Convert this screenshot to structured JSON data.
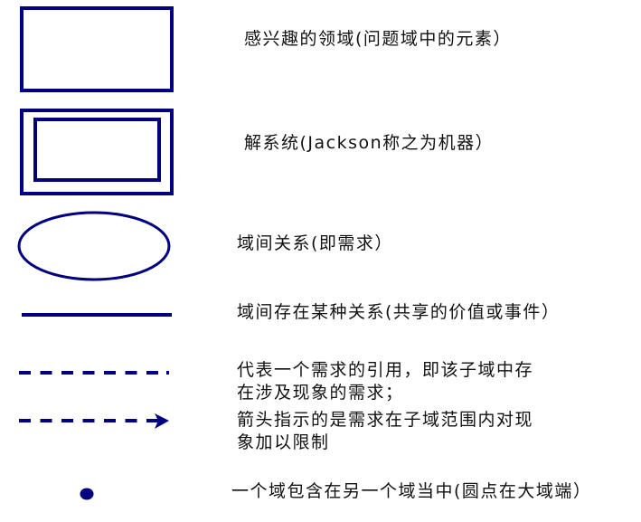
{
  "diagram": {
    "type": "legend",
    "stroke_color": "#000080",
    "text_color": "#111111",
    "background": "#ffffff",
    "items": [
      {
        "symbol": "rectangle",
        "label": "感兴趣的领域(问题域中的元素）"
      },
      {
        "symbol": "double-rectangle",
        "label": "解系统(Jackson称之为机器）"
      },
      {
        "symbol": "ellipse",
        "label": "域间关系(即需求）"
      },
      {
        "symbol": "solid-line",
        "label": "域间存在某种关系(共享的价值或事件）"
      },
      {
        "symbol": "dashed-line",
        "label_lines": [
          "代表一个需求的引用，即该子域中存",
          "在涉及现象的需求；"
        ]
      },
      {
        "symbol": "dashed-arrow",
        "label_lines": [
          "箭头指示的是需求在子域范围内对现",
          "象加以限制"
        ]
      },
      {
        "symbol": "filled-dot",
        "label": "一个域包含在另一个域当中(圆点在大域端）"
      }
    ]
  }
}
